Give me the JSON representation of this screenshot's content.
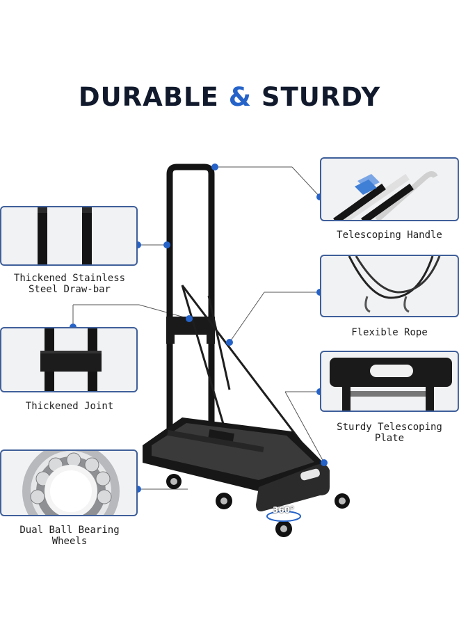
{
  "title": {
    "part1": "DURABLE",
    "amp": "&",
    "part2": "STURDY"
  },
  "features": {
    "telescoping_handle": "Telescoping Handle",
    "drawbar_line1": "Thickened Stainless",
    "drawbar_line2": "Steel Draw-bar",
    "flexible_rope": "Flexible Rope",
    "thickened_joint": "Thickened Joint",
    "telescoping_plate": "Sturdy Telescoping Plate",
    "ball_bearing": "Dual Ball Bearing Wheels"
  },
  "badge": "360°",
  "colors": {
    "accent": "#2563c9",
    "title": "#111a2c",
    "box_border": "#3f5f9a"
  }
}
